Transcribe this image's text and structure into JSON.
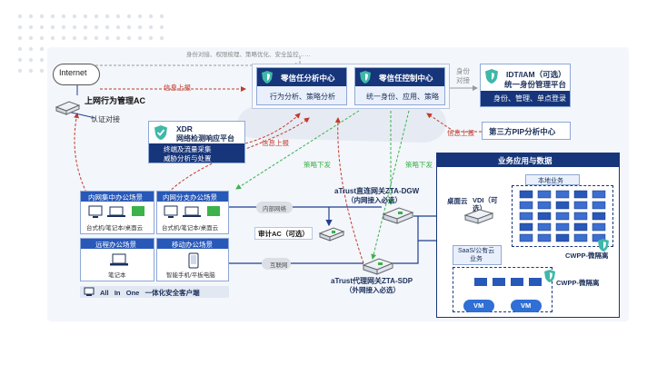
{
  "internet": "Internet",
  "top_behavior_ac": "上网行为管理AC",
  "auth_pair": "认证对接",
  "info_report_1": "信息上报",
  "info_report_2": "信息上报",
  "info_report_3": "信息上报",
  "top_note": "身份对接、权限梳理、策略优化、安全监控……",
  "analysis_center": {
    "title": "零信任分析中心",
    "sub": "行为分析、策略分析"
  },
  "control_center": {
    "title": "零信任控制中心",
    "sub": "统一身份、应用、策略"
  },
  "identity_pair": "身份\n对接",
  "idt": {
    "title": "IDT/IAM（可选）",
    "title2": "统一身份管理平台",
    "sub": "身份、管理、单点登录"
  },
  "third_party": "第三方PIP分析中心",
  "xdr": {
    "title": "XDR",
    "title2": "网络检测响应平台",
    "sub1": "终端及流量采集",
    "sub2": "威胁分析与处置"
  },
  "policy_down_1": "策略下发",
  "policy_down_2": "策略下发",
  "scenes": {
    "intranet_central": "内网集中办公场景",
    "intranet_branch": "内网分支办公场景",
    "remote": "远程办公场景",
    "mobile": "移动办公场景",
    "pc_label_1": "台式机/笔记本/桌面云",
    "pc_label_2": "台式机/笔记本/桌面云",
    "laptop": "笔记本",
    "phone": "智能手机/平板电脑"
  },
  "all_in_one": "All   In   One   一体化安全客户端",
  "intranet_net": "内部网络",
  "internet_net": "互联网",
  "audit_ac": "审计AC（可选）",
  "dgw": {
    "title": "aTrust直连网关ZTA-DGW",
    "sub": "（内网接入必选）"
  },
  "sdp": {
    "title": "aTrust代理网关ZTA-SDP",
    "sub": "（外网接入必选）"
  },
  "business": {
    "header": "业务应用与数据",
    "desktop_cloud": "桌面云",
    "vdi": "VDI（可\n选）",
    "local_business": "本地业务",
    "saas": "SaaS/公有云\n业务",
    "cwpp1": "CWPP-微隔离",
    "cwpp2": "CWPP-微隔离",
    "vm1": "VM",
    "vm2": "VM"
  }
}
